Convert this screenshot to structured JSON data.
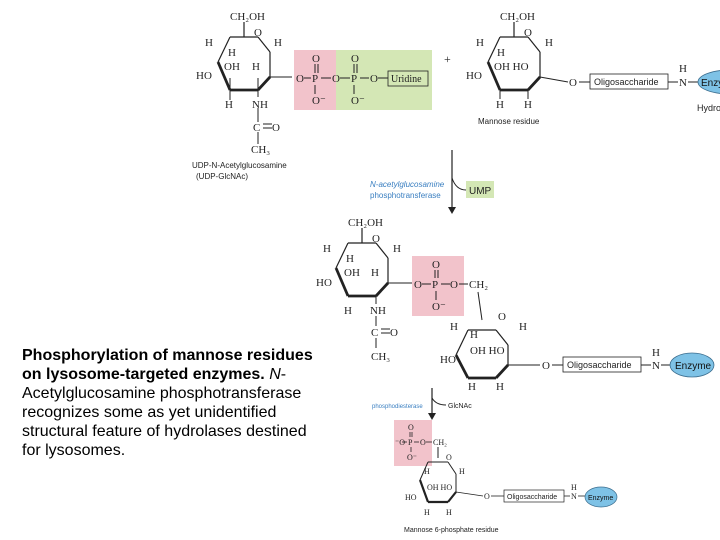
{
  "caption": {
    "bold": "Phosphorylation of mannose residues on lysosome-targeted enzymes.",
    "italic": "N",
    "rest": "-Acetylglucosamine phosphotransferase recognizes some as yet unidentified structural feature of hydrolases destined for lysosomes."
  },
  "udp_glcnac": {
    "ring": [
      "CH₂OH",
      "O",
      "H",
      "H",
      "OH",
      "H",
      "HO",
      "H",
      "NH",
      "H"
    ],
    "acetyl": [
      "C",
      "O",
      "CH₃"
    ],
    "phosphates": [
      "O",
      "P",
      "O",
      "P",
      "O",
      "O",
      "O⁻",
      "O",
      "O⁻",
      "O"
    ],
    "uridine": "Uridine",
    "name_line1": "UDP-N-Acetylglucosamine",
    "name_line2": "(UDP-GlcNAc)"
  },
  "mannose_enzyme": {
    "ring": [
      "CH₂OH",
      "O",
      "H",
      "H",
      "H",
      "OH HO",
      "HO",
      "H",
      "H"
    ],
    "linker_o": "O",
    "oligo": "Oligosaccharide",
    "n": "N",
    "h": "H",
    "enzyme": "Enzyme",
    "hydro": "Hydrolase",
    "label": "Mannose residue",
    "plus": "+"
  },
  "step1": {
    "enzyme_line1": "N-acetylglucosamine",
    "enzyme_line2": "phosphotransferase",
    "product": "UMP"
  },
  "intermediate": {
    "glcnac_ring": [
      "CH₂OH",
      "O",
      "H",
      "H",
      "OH",
      "H",
      "HO",
      "H",
      "NH",
      "H"
    ],
    "acetyl": [
      "C",
      "O",
      "CH₃"
    ],
    "phosphate": [
      "O",
      "P",
      "O",
      "O⁻",
      "O",
      "CH₂"
    ],
    "man_ring": [
      "H",
      "O",
      "H",
      "H",
      "OH HO",
      "HO",
      "H",
      "H"
    ],
    "linker_o": "O",
    "oligo": "Oligosaccharide",
    "n": "N",
    "h": "H",
    "enzyme": "Enzyme"
  },
  "step2": {
    "enzyme": "phosphodiesterase",
    "product": "GlcNAc"
  },
  "final": {
    "phosphate": [
      "O",
      "⁻O",
      "P",
      "O",
      "CH₂",
      "O⁻"
    ],
    "ring": [
      "O",
      "H",
      "H",
      "OH HO",
      "HO",
      "H",
      "H"
    ],
    "linker_o": "O",
    "oligo": "Oligosaccharide",
    "n": "N",
    "h": "H",
    "enzyme": "Enzyme",
    "label": "Mannose 6-phosphate residue"
  },
  "colors": {
    "phosphate_box": "#f2c3cb",
    "uridine_box": "#d4e7b5",
    "enzyme_fill": "#7ec2e6",
    "arrow_label": "#3a7fc1"
  }
}
